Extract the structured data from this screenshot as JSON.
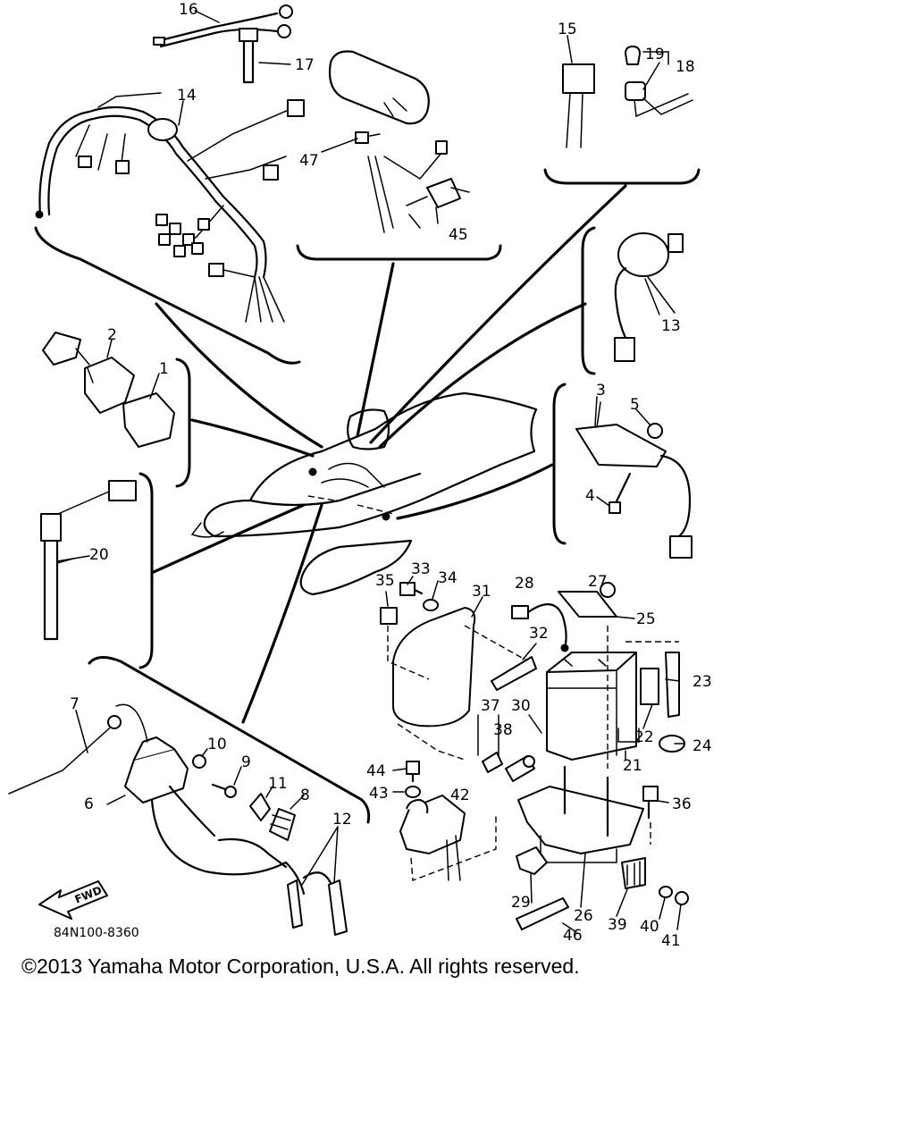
{
  "diagram": {
    "callouts": {
      "c1": "1",
      "c2": "2",
      "c3": "3",
      "c4": "4",
      "c5": "5",
      "c6": "6",
      "c7": "7",
      "c8": "8",
      "c9": "9",
      "c10": "10",
      "c11": "11",
      "c12": "12",
      "c13": "13",
      "c14": "14",
      "c15": "15",
      "c16": "16",
      "c17": "17",
      "c18": "18",
      "c19": "19",
      "c20": "20",
      "c21": "21",
      "c22": "22",
      "c23": "23",
      "c24": "24",
      "c25": "25",
      "c26": "26",
      "c27": "27",
      "c28": "28",
      "c29": "29",
      "c30": "30",
      "c31": "31",
      "c32": "32",
      "c33": "33",
      "c34": "34",
      "c35": "35",
      "c36": "36",
      "c37": "37",
      "c38": "38",
      "c39": "39",
      "c40": "40",
      "c41": "41",
      "c42": "42",
      "c43": "43",
      "c44": "44",
      "c45": "45",
      "c46": "46",
      "c47": "47"
    },
    "drawing_code": "84N100-8360",
    "front_arrow_label": "FWD"
  },
  "copyright": "©2013 Yamaha Motor Corporation, U.S.A. All rights reserved."
}
